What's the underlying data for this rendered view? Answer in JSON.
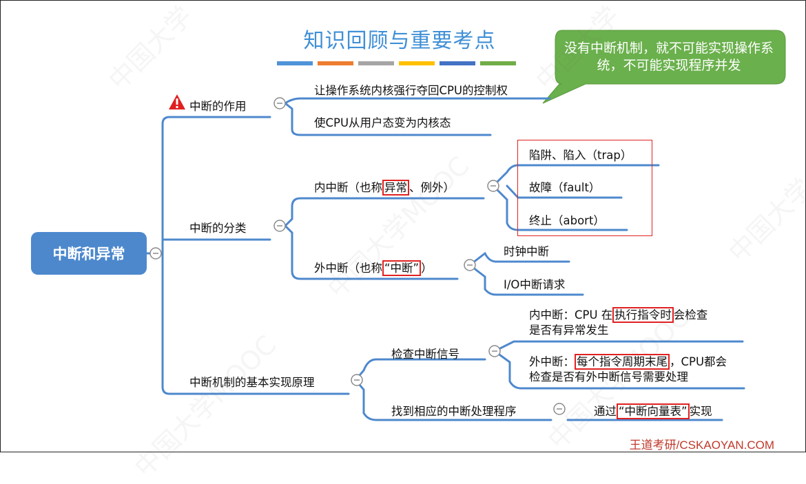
{
  "header": {
    "title": "知识回顾与重要考点"
  },
  "title_bar_colors": [
    "#4f93d8",
    "#ee7d31",
    "#a5a5a5",
    "#ffc000",
    "#4472c4",
    "#70ad47"
  ],
  "callout": {
    "text": "没有中断机制，就不可能实现操作系统，不可能实现程序并发",
    "color": "#6ab04c"
  },
  "mindmap": {
    "root": "中断和异常",
    "branch1": {
      "label": "中断的作用",
      "warning_icon": "warning-icon",
      "children": [
        "让操作系统内核强行夺回CPU的控制权",
        "使CPU从用户态变为内核态"
      ]
    },
    "branch2": {
      "label": "中断的分类",
      "internal": {
        "pre": "内中断（也称",
        "hl": "异常",
        "post": "、例外）",
        "children": [
          "陷阱、陷入（trap）",
          "故障（fault）",
          "终止（abort）"
        ]
      },
      "external": {
        "pre": "外中断（也称",
        "hl": "“中断”",
        "post": "）",
        "children": [
          "时钟中断",
          "I/O中断请求"
        ]
      }
    },
    "branch3": {
      "label": "中断机制的基本实现原理",
      "check": {
        "label": "检查中断信号",
        "internal": {
          "pre": "内中断：CPU 在",
          "hl": "执行指令时",
          "post": "会检查",
          "line2": "是否有异常发生"
        },
        "external": {
          "pre": "外中断：",
          "hl": "每个指令周期末尾",
          "post": "，CPU都会",
          "line2": "检查是否有外中断信号需要处理"
        }
      },
      "find": {
        "label": "找到相应的中断处理程序",
        "detail": {
          "pre": "通过",
          "hl": "“中断向量表”",
          "post": "实现"
        }
      }
    },
    "colors": {
      "accent": "#4d88cd",
      "highlight": "#e02020"
    }
  },
  "footer": {
    "text": "王道考研/CSKAOYAN.COM"
  }
}
